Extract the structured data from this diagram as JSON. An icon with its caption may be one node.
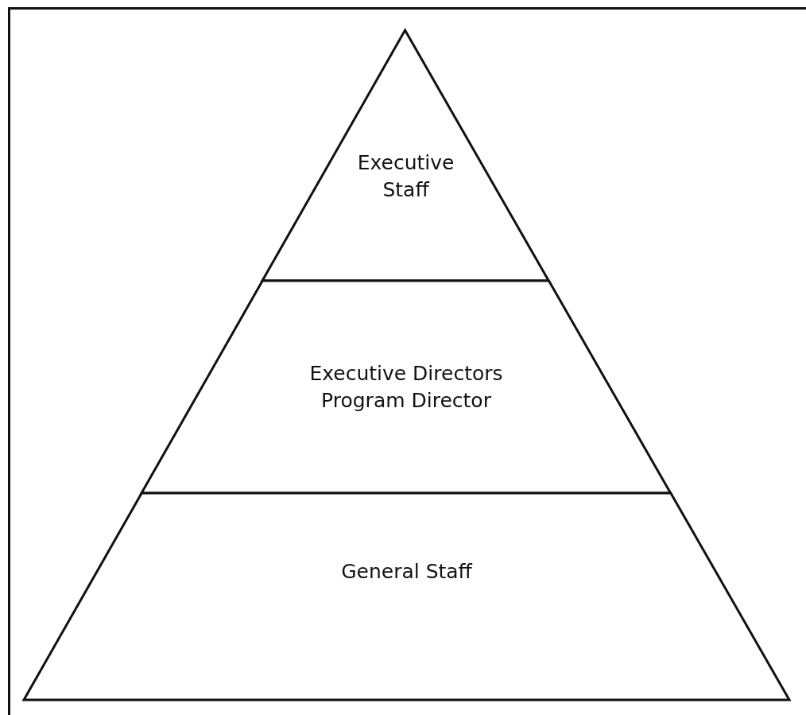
{
  "diagram": {
    "nodes": [
      {
        "text": [
          "Executive Staff"
        ]
      },
      {
        "text": [
          "Executive Directors",
          "Program Director"
        ]
      },
      {
        "text": [
          "General Staff"
        ]
      }
    ]
  }
}
